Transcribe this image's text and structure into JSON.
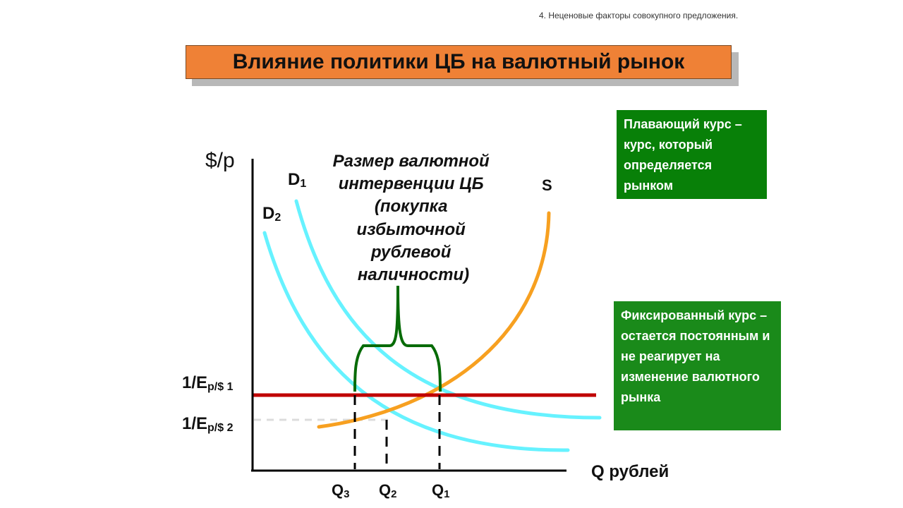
{
  "header_note": "4. Неценовые факторы совокупного предложения.",
  "title": "Влияние политики ЦБ на валютный рынок",
  "boxes": {
    "floating": "Плавающий курс – курс, который определяется рынком",
    "fixed": "Фиксированный курс – остается постоянным и не реагирует на изменение валютного рынка"
  },
  "axes": {
    "y_label": "$/р",
    "x_label": "Q рублей"
  },
  "curves": {
    "d1": {
      "base": "D",
      "sub": "1"
    },
    "d2": {
      "base": "D",
      "sub": "2"
    },
    "s": "S"
  },
  "levels": {
    "e1": {
      "base": "1/E",
      "sub": "р/$ 1"
    },
    "e2": {
      "base": "1/E",
      "sub": "р/$ 2"
    }
  },
  "quantities": {
    "q3": {
      "base": "Q",
      "sub": "3"
    },
    "q2": {
      "base": "Q",
      "sub": "2"
    },
    "q1": {
      "base": "Q",
      "sub": "1"
    }
  },
  "annotation": {
    "lines": [
      "Размер валютной",
      "интервенции ЦБ",
      "(покупка",
      "избыточной",
      "рублевой",
      "наличности)"
    ]
  },
  "colors": {
    "title_bg": "#ef8136",
    "box_bg": "#088008",
    "fixed_box_bg": "#1a8a1a",
    "demand": "#66f2ff",
    "supply": "#f7a020",
    "fixed_rate": "#c00000",
    "brace": "#076b07",
    "axis": "#000000"
  }
}
